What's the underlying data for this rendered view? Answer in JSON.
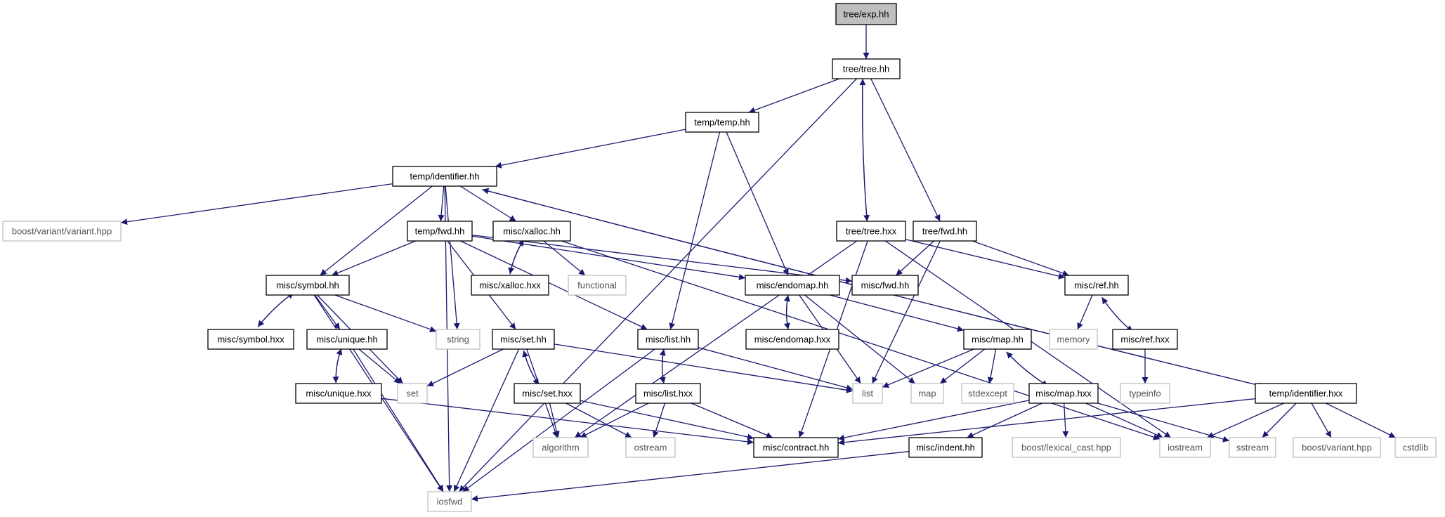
{
  "graph": {
    "colors": {
      "edge": "#191970",
      "node_border": "#000000",
      "external_border": "#bfbfbf",
      "root_fill": "#bfbfbf"
    },
    "nodes": [
      {
        "id": "tree_exp_hh",
        "label": "tree/exp.hh",
        "kind": "root"
      },
      {
        "id": "tree_tree_hh",
        "label": "tree/tree.hh",
        "kind": "file"
      },
      {
        "id": "temp_temp_hh",
        "label": "temp/temp.hh",
        "kind": "file"
      },
      {
        "id": "temp_identifier_hh",
        "label": "temp/identifier.hh",
        "kind": "file"
      },
      {
        "id": "boost_variant_variant_hpp",
        "label": "boost/variant/variant.hpp",
        "kind": "external"
      },
      {
        "id": "temp_fwd_hh",
        "label": "temp/fwd.hh",
        "kind": "file"
      },
      {
        "id": "misc_xalloc_hh",
        "label": "misc/xalloc.hh",
        "kind": "file"
      },
      {
        "id": "tree_tree_hxx",
        "label": "tree/tree.hxx",
        "kind": "file"
      },
      {
        "id": "tree_fwd_hh",
        "label": "tree/fwd.hh",
        "kind": "file"
      },
      {
        "id": "misc_xalloc_hxx",
        "label": "misc/xalloc.hxx",
        "kind": "file"
      },
      {
        "id": "functional",
        "label": "functional",
        "kind": "external"
      },
      {
        "id": "misc_symbol_hh",
        "label": "misc/symbol.hh",
        "kind": "file"
      },
      {
        "id": "misc_endomap_hh",
        "label": "misc/endomap.hh",
        "kind": "file"
      },
      {
        "id": "misc_fwd_hh",
        "label": "misc/fwd.hh",
        "kind": "file"
      },
      {
        "id": "misc_ref_hh",
        "label": "misc/ref.hh",
        "kind": "file"
      },
      {
        "id": "misc_symbol_hxx",
        "label": "misc/symbol.hxx",
        "kind": "file"
      },
      {
        "id": "misc_unique_hh",
        "label": "misc/unique.hh",
        "kind": "file"
      },
      {
        "id": "string",
        "label": "string",
        "kind": "external"
      },
      {
        "id": "misc_set_hh",
        "label": "misc/set.hh",
        "kind": "file"
      },
      {
        "id": "misc_list_hh",
        "label": "misc/list.hh",
        "kind": "file"
      },
      {
        "id": "misc_endomap_hxx",
        "label": "misc/endomap.hxx",
        "kind": "file"
      },
      {
        "id": "misc_map_hh",
        "label": "misc/map.hh",
        "kind": "file"
      },
      {
        "id": "memory",
        "label": "memory",
        "kind": "external"
      },
      {
        "id": "misc_ref_hxx",
        "label": "misc/ref.hxx",
        "kind": "file"
      },
      {
        "id": "misc_unique_hxx",
        "label": "misc/unique.hxx",
        "kind": "file"
      },
      {
        "id": "set",
        "label": "set",
        "kind": "external"
      },
      {
        "id": "misc_set_hxx",
        "label": "misc/set.hxx",
        "kind": "file"
      },
      {
        "id": "misc_list_hxx",
        "label": "misc/list.hxx",
        "kind": "file"
      },
      {
        "id": "list",
        "label": "list",
        "kind": "external"
      },
      {
        "id": "map",
        "label": "map",
        "kind": "external"
      },
      {
        "id": "stdexcept",
        "label": "stdexcept",
        "kind": "external"
      },
      {
        "id": "misc_map_hxx",
        "label": "misc/map.hxx",
        "kind": "file"
      },
      {
        "id": "typeinfo",
        "label": "typeinfo",
        "kind": "external"
      },
      {
        "id": "temp_identifier_hxx",
        "label": "temp/identifier.hxx",
        "kind": "file"
      },
      {
        "id": "algorithm",
        "label": "algorithm",
        "kind": "external"
      },
      {
        "id": "ostream",
        "label": "ostream",
        "kind": "external"
      },
      {
        "id": "misc_contract_hh",
        "label": "misc/contract.hh",
        "kind": "file"
      },
      {
        "id": "misc_indent_hh",
        "label": "misc/indent.hh",
        "kind": "file"
      },
      {
        "id": "boost_lexical_cast_hpp",
        "label": "boost/lexical_cast.hpp",
        "kind": "external"
      },
      {
        "id": "iostream",
        "label": "iostream",
        "kind": "external"
      },
      {
        "id": "sstream",
        "label": "sstream",
        "kind": "external"
      },
      {
        "id": "boost_variant_hpp",
        "label": "boost/variant.hpp",
        "kind": "external"
      },
      {
        "id": "cstdlib",
        "label": "cstdlib",
        "kind": "external"
      },
      {
        "id": "iosfwd",
        "label": "iosfwd",
        "kind": "external"
      }
    ],
    "edges": [
      [
        "tree_exp_hh",
        "tree_tree_hh"
      ],
      [
        "tree_tree_hh",
        "temp_temp_hh"
      ],
      [
        "tree_tree_hh",
        "tree_tree_hxx"
      ],
      [
        "tree_tree_hh",
        "tree_fwd_hh"
      ],
      [
        "tree_tree_hh",
        "iosfwd"
      ],
      [
        "temp_temp_hh",
        "temp_identifier_hh"
      ],
      [
        "temp_temp_hh",
        "misc_list_hh"
      ],
      [
        "temp_temp_hh",
        "misc_endomap_hh"
      ],
      [
        "temp_identifier_hh",
        "boost_variant_variant_hpp"
      ],
      [
        "temp_identifier_hh",
        "iosfwd"
      ],
      [
        "temp_identifier_hh",
        "misc_symbol_hh"
      ],
      [
        "temp_identifier_hh",
        "string"
      ],
      [
        "temp_identifier_hh",
        "temp_fwd_hh"
      ],
      [
        "temp_identifier_hh",
        "misc_xalloc_hh"
      ],
      [
        "temp_identifier_hh",
        "temp_identifier_hxx"
      ],
      [
        "temp_fwd_hh",
        "misc_symbol_hh"
      ],
      [
        "temp_fwd_hh",
        "misc_set_hh"
      ],
      [
        "temp_fwd_hh",
        "misc_list_hh"
      ],
      [
        "temp_fwd_hh",
        "misc_endomap_hh"
      ],
      [
        "temp_fwd_hh",
        "misc_fwd_hh"
      ],
      [
        "misc_xalloc_hh",
        "misc_xalloc_hxx"
      ],
      [
        "misc_xalloc_hh",
        "functional"
      ],
      [
        "misc_xalloc_hh",
        "iostream"
      ],
      [
        "misc_xalloc_hxx",
        "misc_xalloc_hh"
      ],
      [
        "tree_tree_hxx",
        "tree_tree_hh"
      ],
      [
        "tree_tree_hxx",
        "misc_ref_hh"
      ],
      [
        "tree_tree_hxx",
        "algorithm"
      ],
      [
        "tree_tree_hxx",
        "misc_contract_hh"
      ],
      [
        "tree_tree_hxx",
        "iostream"
      ],
      [
        "tree_fwd_hh",
        "misc_fwd_hh"
      ],
      [
        "tree_fwd_hh",
        "misc_ref_hh"
      ],
      [
        "tree_fwd_hh",
        "list"
      ],
      [
        "misc_symbol_hh",
        "misc_symbol_hxx"
      ],
      [
        "misc_symbol_hh",
        "misc_unique_hh"
      ],
      [
        "misc_symbol_hh",
        "string"
      ],
      [
        "misc_symbol_hh",
        "set"
      ],
      [
        "misc_symbol_hh",
        "iosfwd"
      ],
      [
        "misc_symbol_hxx",
        "misc_symbol_hh"
      ],
      [
        "misc_unique_hh",
        "misc_unique_hxx"
      ],
      [
        "misc_unique_hh",
        "set"
      ],
      [
        "misc_unique_hh",
        "iosfwd"
      ],
      [
        "misc_unique_hxx",
        "misc_unique_hh"
      ],
      [
        "misc_unique_hxx",
        "misc_contract_hh"
      ],
      [
        "misc_endomap_hh",
        "misc_endomap_hxx"
      ],
      [
        "misc_endomap_hh",
        "misc_map_hh"
      ],
      [
        "misc_endomap_hh",
        "list"
      ],
      [
        "misc_endomap_hh",
        "map"
      ],
      [
        "misc_endomap_hxx",
        "misc_endomap_hh"
      ],
      [
        "misc_ref_hh",
        "memory"
      ],
      [
        "misc_ref_hh",
        "misc_ref_hxx"
      ],
      [
        "misc_ref_hxx",
        "misc_ref_hh"
      ],
      [
        "misc_ref_hxx",
        "typeinfo"
      ],
      [
        "misc_set_hh",
        "set"
      ],
      [
        "misc_set_hh",
        "algorithm"
      ],
      [
        "misc_set_hh",
        "misc_set_hxx"
      ],
      [
        "misc_set_hh",
        "iosfwd"
      ],
      [
        "misc_set_hh",
        "list"
      ],
      [
        "misc_set_hxx",
        "misc_set_hh"
      ],
      [
        "misc_set_hxx",
        "algorithm"
      ],
      [
        "misc_set_hxx",
        "ostream"
      ],
      [
        "misc_set_hxx",
        "misc_contract_hh"
      ],
      [
        "misc_list_hh",
        "misc_list_hxx"
      ],
      [
        "misc_list_hh",
        "list"
      ],
      [
        "misc_list_hh",
        "iosfwd"
      ],
      [
        "misc_list_hxx",
        "misc_list_hh"
      ],
      [
        "misc_list_hxx",
        "algorithm"
      ],
      [
        "misc_list_hxx",
        "ostream"
      ],
      [
        "misc_list_hxx",
        "misc_contract_hh"
      ],
      [
        "misc_map_hh",
        "list"
      ],
      [
        "misc_map_hh",
        "map"
      ],
      [
        "misc_map_hh",
        "stdexcept"
      ],
      [
        "misc_map_hh",
        "misc_map_hxx"
      ],
      [
        "misc_map_hxx",
        "misc_map_hh"
      ],
      [
        "misc_map_hxx",
        "misc_contract_hh"
      ],
      [
        "misc_map_hxx",
        "misc_indent_hh"
      ],
      [
        "misc_map_hxx",
        "boost_lexical_cast_hpp"
      ],
      [
        "misc_map_hxx",
        "iostream"
      ],
      [
        "misc_map_hxx",
        "sstream"
      ],
      [
        "misc_indent_hh",
        "iosfwd"
      ],
      [
        "temp_identifier_hxx",
        "temp_identifier_hh"
      ],
      [
        "temp_identifier_hxx",
        "misc_contract_hh"
      ],
      [
        "temp_identifier_hxx",
        "iostream"
      ],
      [
        "temp_identifier_hxx",
        "sstream"
      ],
      [
        "temp_identifier_hxx",
        "boost_variant_hpp"
      ],
      [
        "temp_identifier_hxx",
        "cstdlib"
      ]
    ]
  }
}
